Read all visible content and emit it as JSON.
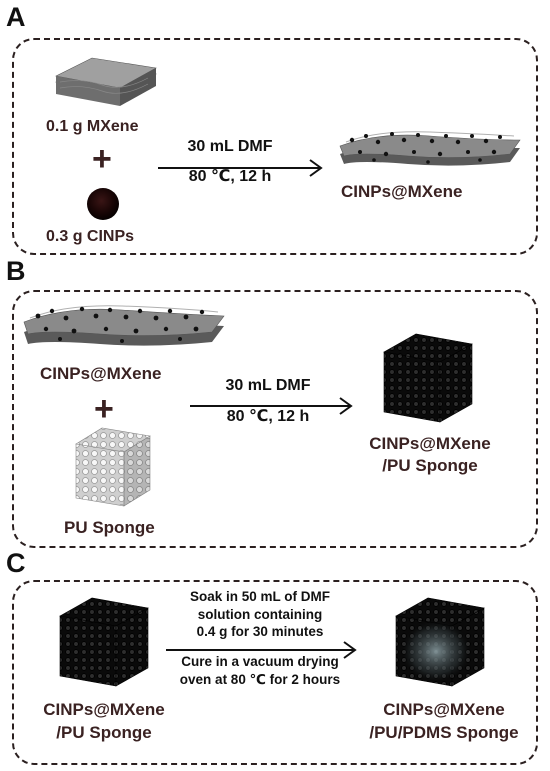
{
  "panels": {
    "a": {
      "letter": "A",
      "reagent1": "0.1 g MXene",
      "reagent2": "0.3 g CINPs",
      "cond_top": "30 mL DMF",
      "cond_bottom": "80 ℃, 12 h",
      "product": "CINPs@MXene"
    },
    "b": {
      "letter": "B",
      "reagent1": "CINPs@MXene",
      "reagent2": "PU Sponge",
      "cond_top": "30 mL DMF",
      "cond_bottom": "80 ℃, 12 h",
      "product_line1": "CINPs@MXene",
      "product_line2": "/PU Sponge"
    },
    "c": {
      "letter": "C",
      "reagent_line1": "CINPs@MXene",
      "reagent_line2": "/PU Sponge",
      "cond_top_1": "Soak in 50 mL of DMF",
      "cond_top_2": "solution containing",
      "cond_top_3": "0.4 g for 30 minutes",
      "cond_bottom_1": "Cure in a vacuum drying",
      "cond_bottom_2": "oven at 80 ℃ for 2 hours",
      "product_line1": "CINPs@MXene",
      "product_line2": "/PU/PDMS Sponge"
    }
  },
  "plus_sign": "+",
  "icons": [
    "mxene-sheet-icon",
    "cinp-particle-icon",
    "decorated-mxene-icon",
    "pu-sponge-icon",
    "black-sponge-icon",
    "coated-sponge-icon",
    "reaction-arrow-icon"
  ]
}
